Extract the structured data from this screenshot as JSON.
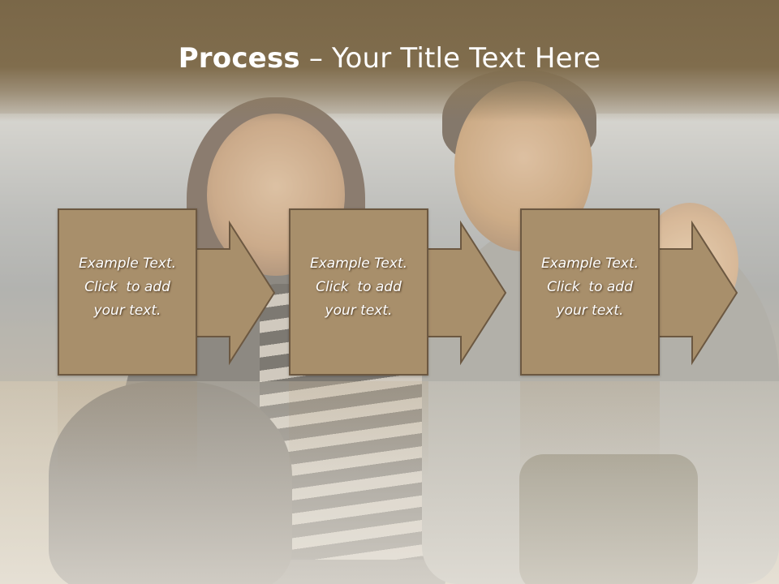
{
  "slide": {
    "title_bold": "Process",
    "title_rest": " – Your Title Text Here"
  },
  "steps": [
    {
      "line1": "Example Text.",
      "line2": "Click  to add",
      "line3": "your text."
    },
    {
      "line1": "Example Text.",
      "line2": "Click  to add",
      "line3": "your text."
    },
    {
      "line1": "Example Text.",
      "line2": "Click  to add",
      "line3": "your text."
    }
  ],
  "colors": {
    "title_band": "#7a6748",
    "box_fill": "#a88f6b",
    "box_border": "#6c5841",
    "text": "#ffffff"
  }
}
